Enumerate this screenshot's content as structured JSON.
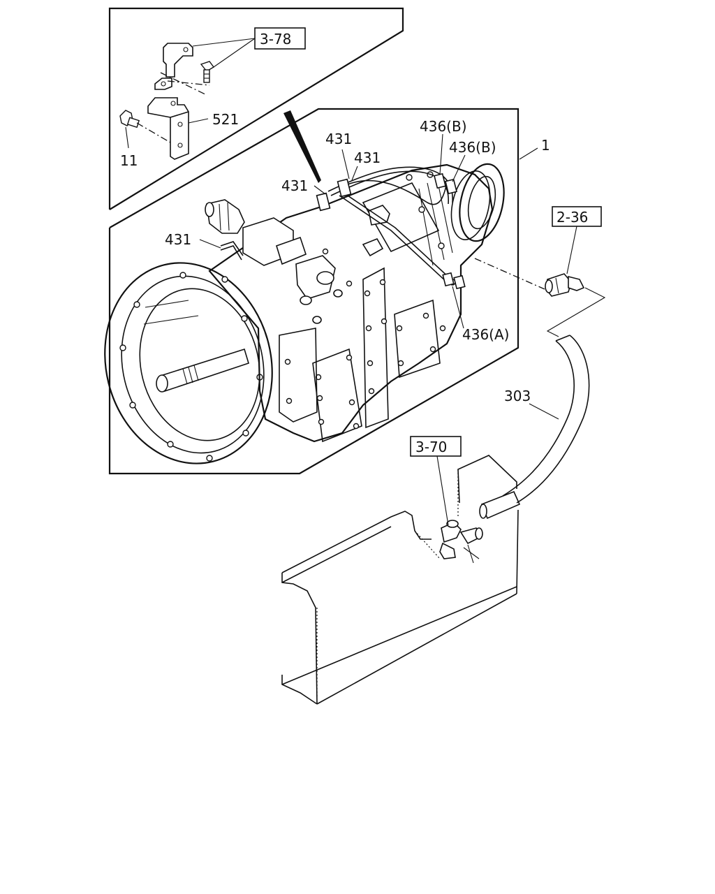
{
  "callouts": {
    "ref_3_78": "3-78",
    "part_521": "521",
    "part_11": "11",
    "part_1": "1",
    "part_431_a": "431",
    "part_431_b": "431",
    "part_431_c": "431",
    "part_431_d": "431",
    "part_436b_a": "436(B)",
    "part_436b_b": "436(B)",
    "part_436a": "436(A)",
    "ref_2_36": "2-36",
    "part_303": "303",
    "ref_3_70": "3-70"
  }
}
